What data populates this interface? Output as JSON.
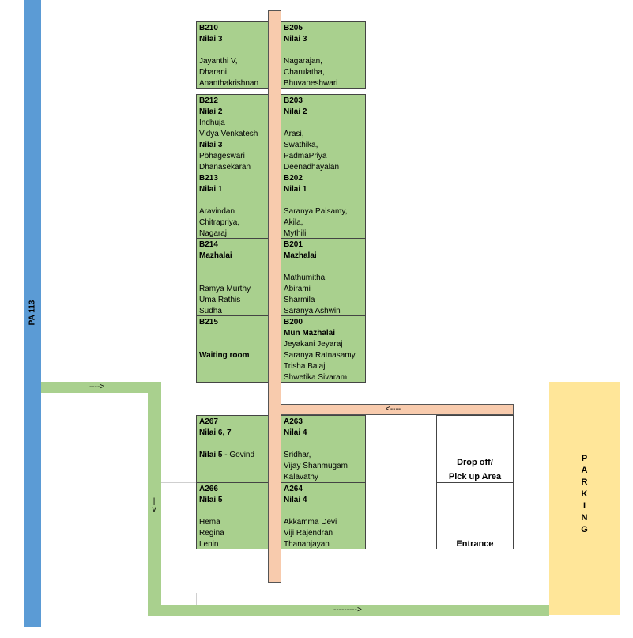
{
  "road": {
    "label": "PA 113"
  },
  "parking": {
    "letters": [
      "P",
      "A",
      "R",
      "K",
      "I",
      "N",
      "G"
    ]
  },
  "arrows": {
    "top_left": "---->",
    "down": "|\nv",
    "bottom": "--------->",
    "right_hall": "<----"
  },
  "dropoff": {
    "line1": "Drop off/",
    "line2": "Pick up Area"
  },
  "entrance": {
    "label": "Entrance"
  },
  "rooms": {
    "b210": {
      "id": "B210",
      "name": "Nilai 3",
      "people": [
        "",
        "Jayanthi V,",
        "Dharani,",
        "Ananthakrishnan"
      ]
    },
    "b205": {
      "id": "B205",
      "name": "Nilai 3",
      "people": [
        "",
        "Nagarajan,",
        "Charulatha,",
        "Bhuvaneshwari"
      ]
    },
    "b212": {
      "id": "B212",
      "name": "Nilai 2",
      "p1": "Indhuja",
      "p2": "Vidya Venkatesh",
      "name2": "Nilai 3",
      "p3": "Pbhageswari",
      "p4": "Dhanasekaran"
    },
    "b203": {
      "id": "B203",
      "name": "Nilai 2",
      "people": [
        "",
        "Arasi,",
        "Swathika,",
        "PadmaPriya",
        "Deenadhayalan"
      ]
    },
    "b213": {
      "id": "B213",
      "name": "Nilai 1",
      "people": [
        "",
        "Aravindan",
        "Chitrapriya,",
        "Nagaraj"
      ]
    },
    "b202": {
      "id": "B202",
      "name": "Nilai 1",
      "people": [
        "",
        "Saranya Palsamy,",
        "Akila,",
        "Mythili"
      ]
    },
    "b214": {
      "id": "B214",
      "name": "Mazhalai",
      "people": [
        "",
        "",
        "Ramya Murthy",
        "Uma Rathis",
        "Sudha"
      ]
    },
    "b201": {
      "id": "B201",
      "name": "Mazhalai",
      "people": [
        "",
        "Mathumitha",
        "Abirami",
        "Sharmila",
        "Saranya Ashwin"
      ]
    },
    "b215": {
      "id": "B215",
      "blank": "",
      "name": "Waiting room"
    },
    "b200": {
      "id": "B200",
      "name": "Mun Mazhalai",
      "people": [
        "Jeyakani Jeyaraj",
        "Saranya Ratnasamy",
        "Trisha Balaji",
        "Shwetika Sivaram"
      ]
    },
    "a267": {
      "id": "A267",
      "name": "Nilai 6, 7",
      "blank": "",
      "name2": "Nilai 5",
      "extra": " - Govind"
    },
    "a263": {
      "id": "A263",
      "name": "Nilai 4",
      "people": [
        "",
        "Sridhar,",
        "Vijay Shanmugam",
        "Kalavathy"
      ]
    },
    "a266": {
      "id": "A266",
      "name": "Nilai 5",
      "people": [
        "",
        "Hema",
        "Regina",
        "Lenin"
      ]
    },
    "a264": {
      "id": "A264",
      "name": "Nilai 4",
      "people": [
        "",
        "Akkamma Devi",
        "Viji Rajendran",
        "Thananjayan"
      ]
    }
  }
}
